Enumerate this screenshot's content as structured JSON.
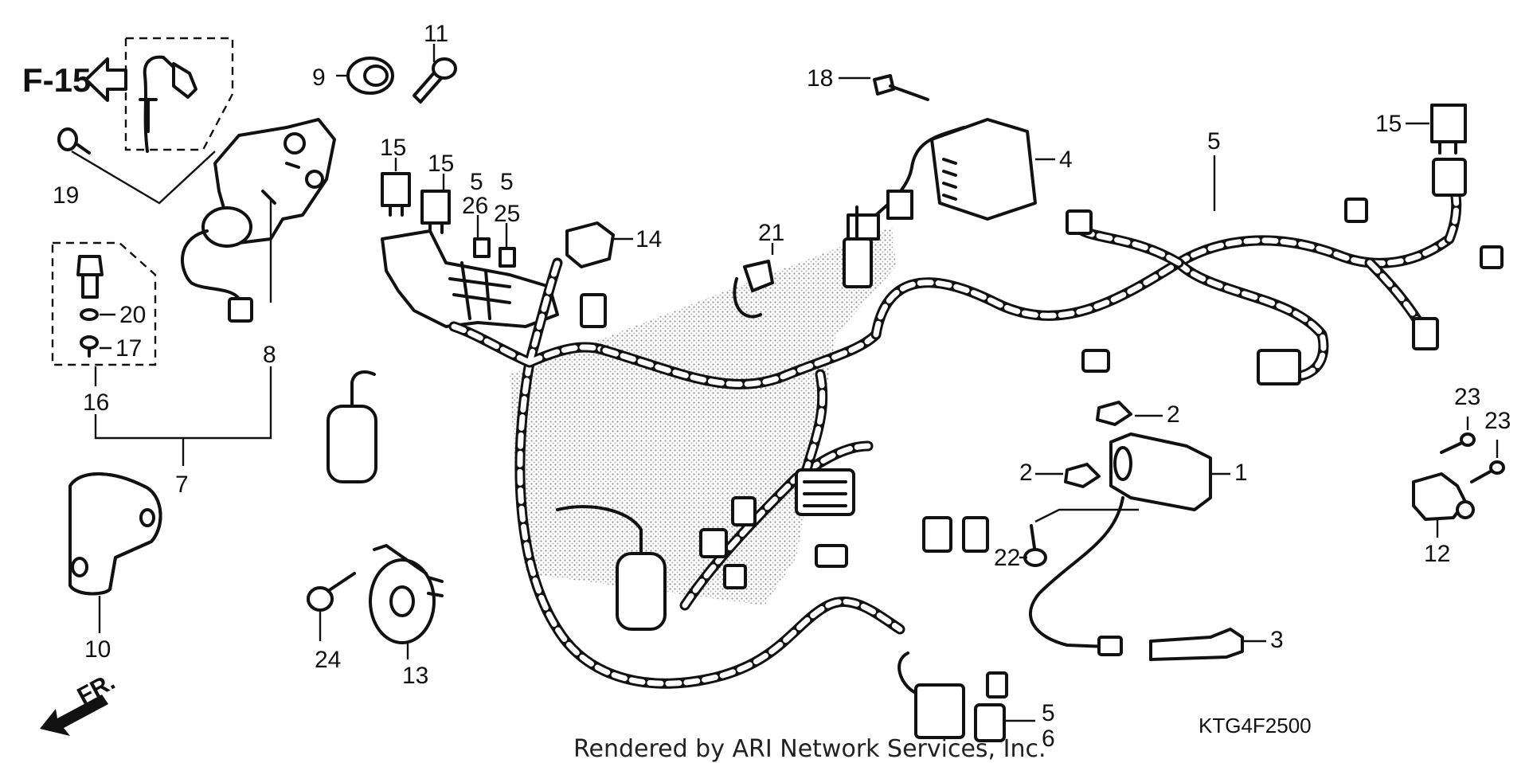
{
  "diagram": {
    "reference": "F-15",
    "direction_label": "FR.",
    "part_code": "KTG4F2500",
    "credit": "Rendered by ARI Network Services, Inc."
  },
  "callouts": {
    "c11": "11",
    "c9": "9",
    "c18": "18",
    "c15a": "15",
    "c4": "4",
    "c5a": "5",
    "c19": "19",
    "c15b": "15",
    "c15c": "15",
    "c5b": "5",
    "c5c": "5",
    "c26": "26",
    "c25": "25",
    "c14": "14",
    "c21": "21",
    "c20": "20",
    "c17": "17",
    "c16": "16",
    "c8": "8",
    "c7": "7",
    "c2a": "2",
    "c2b": "2",
    "c1": "1",
    "c23a": "23",
    "c23b": "23",
    "c12": "12",
    "c22": "22",
    "c3": "3",
    "c10": "10",
    "c24": "24",
    "c13": "13",
    "c5d": "5",
    "c6": "6"
  },
  "icons": {
    "reference_arrow": "outline-left-arrow-icon",
    "front_arrow": "solid-diagonal-arrow-icon"
  },
  "colors": {
    "ink": "#111111",
    "paper": "#ffffff"
  }
}
